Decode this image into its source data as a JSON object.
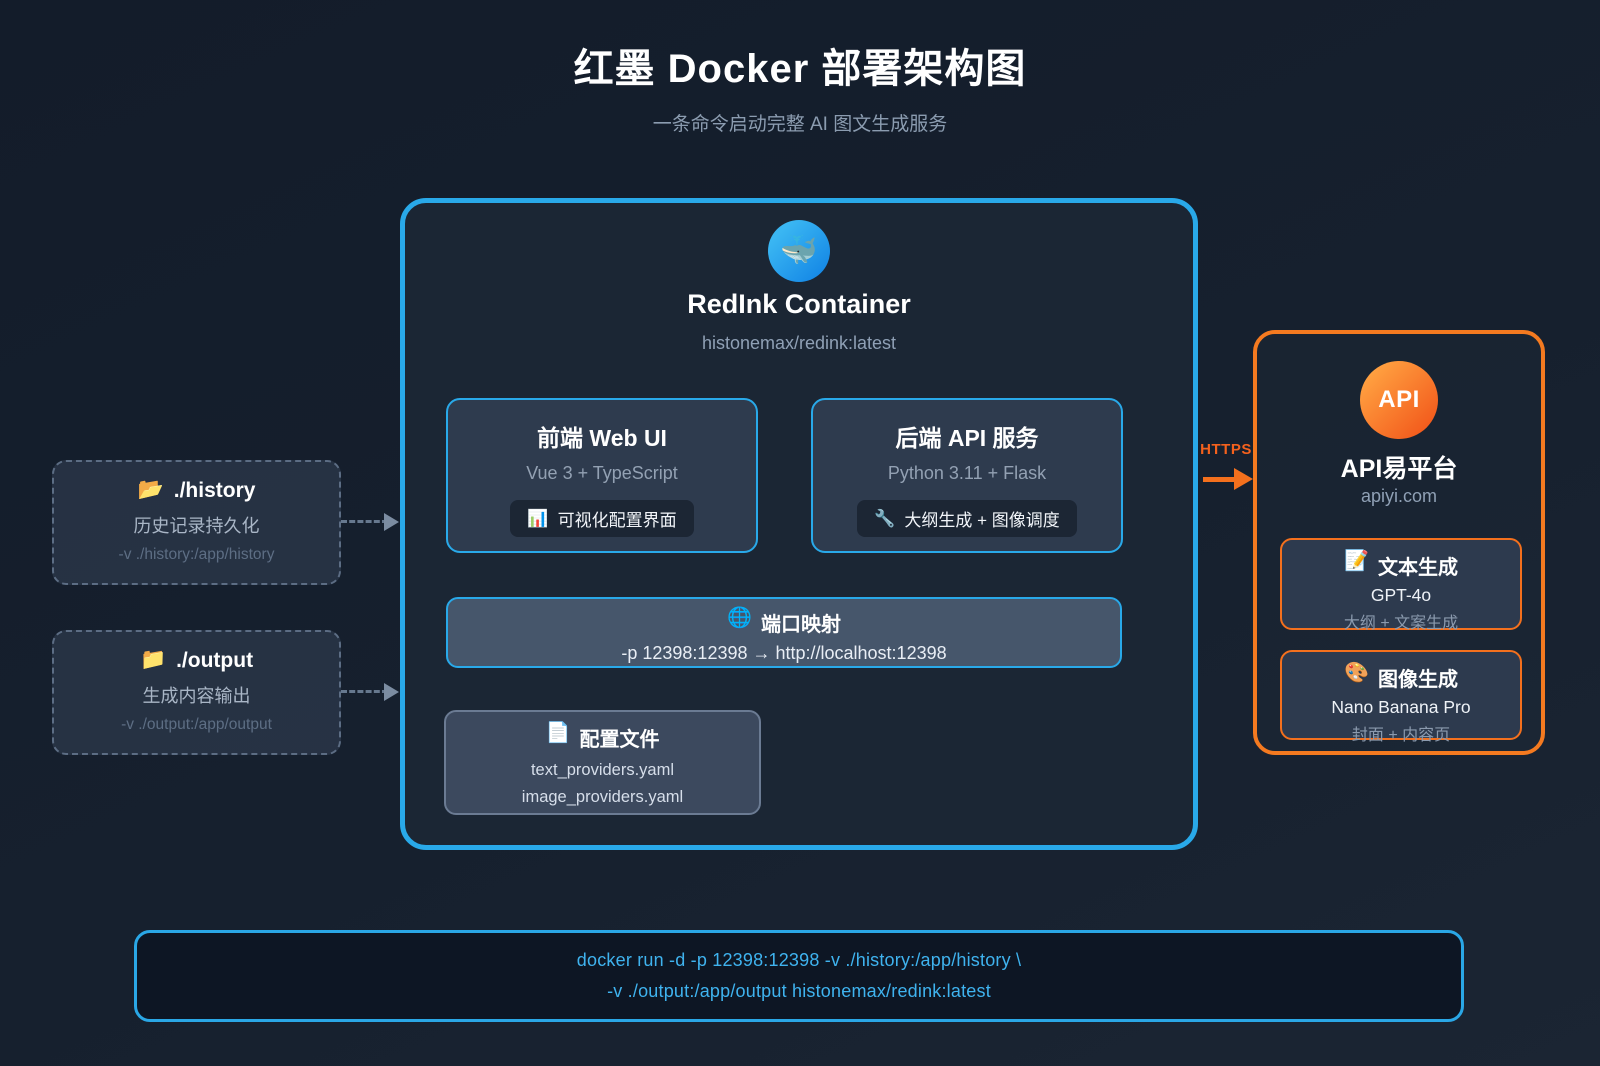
{
  "header": {
    "title": "红墨 Docker 部署架构图",
    "subtitle": "一条命令启动完整 AI 图文生成服务"
  },
  "container": {
    "whale_icon": "🐳",
    "title": "RedInk Container",
    "image": "histonemax/redink:latest",
    "frontend": {
      "title": "前端 Web UI",
      "stack": "Vue 3 + TypeScript",
      "chip_icon": "📊",
      "chip_label": "可视化配置界面"
    },
    "backend": {
      "title": "后端 API 服务",
      "stack": "Python 3.11 + Flask",
      "chip_icon": "🔧",
      "chip_label": "大纲生成 + 图像调度"
    },
    "port_mapping": {
      "icon": "🌐",
      "title": "端口映射",
      "detail": "-p 12398:12398 → http://localhost:12398"
    },
    "config": {
      "icon": "📄",
      "title": "配置文件",
      "files": [
        "text_providers.yaml",
        "image_providers.yaml"
      ]
    }
  },
  "volumes": [
    {
      "icon": "📂",
      "path": "./history",
      "desc": "历史记录持久化",
      "mount": "-v ./history:/app/history"
    },
    {
      "icon": "📁",
      "path": "./output",
      "desc": "生成内容输出",
      "mount": "-v ./output:/app/output"
    }
  ],
  "connection": {
    "label": "HTTPS"
  },
  "platform": {
    "badge": "API",
    "title": "API易平台",
    "domain": "apiyi.com",
    "services": [
      {
        "icon": "📝",
        "title": "文本生成",
        "model": "GPT-4o",
        "desc": "大纲 + 文案生成"
      },
      {
        "icon": "🎨",
        "title": "图像生成",
        "model": "Nano Banana Pro",
        "desc": "封面 + 内容页"
      }
    ]
  },
  "command": {
    "line1": "docker run -d -p 12398:12398 -v ./history:/app/history \\",
    "line2": "-v ./output:/app/output histonemax/redink:latest"
  },
  "colors": {
    "accent_blue": "#29a9e9",
    "accent_orange": "#f4701d",
    "command_text": "#3fb3ef",
    "background": "#151e2c"
  }
}
